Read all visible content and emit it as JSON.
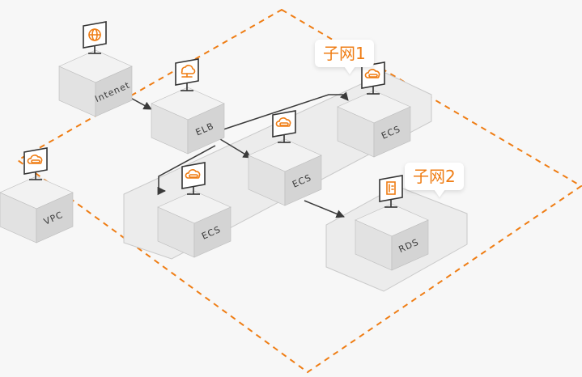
{
  "colors": {
    "accent": "#ef7d14",
    "background": "#f7f7f7",
    "box_top": "#f2f2f2",
    "box_left": "#e2e2e2",
    "box_right": "#d4d4d4",
    "subnet_fill": "#ececec",
    "edge": "#3a3a3a"
  },
  "vpc_boundary": {
    "label": "VPC",
    "style": "orange-dashed"
  },
  "subnets": [
    {
      "id": "subnet1",
      "label": "子网1"
    },
    {
      "id": "subnet2",
      "label": "子网2"
    }
  ],
  "nodes": [
    {
      "id": "internet",
      "label": "Intenet",
      "icon": "globe-icon"
    },
    {
      "id": "elb",
      "label": "ELB",
      "icon": "load-balancer-icon"
    },
    {
      "id": "ecs-mid",
      "label": "ECS",
      "icon": "cloud-server-icon"
    },
    {
      "id": "ecs-left",
      "label": "ECS",
      "icon": "cloud-server-icon"
    },
    {
      "id": "ecs-top",
      "label": "ECS",
      "icon": "cloud-server-icon"
    },
    {
      "id": "rds",
      "label": "RDS",
      "icon": "database-icon"
    },
    {
      "id": "vpc",
      "label": "VPC",
      "icon": "cloud-server-icon"
    }
  ],
  "edges": [
    {
      "from": "internet",
      "to": "elb"
    },
    {
      "from": "elb",
      "to": "ecs-mid"
    },
    {
      "from": "elb",
      "to": "ecs-left"
    },
    {
      "from": "elb",
      "to": "ecs-top"
    },
    {
      "from": "ecs-mid",
      "to": "rds"
    }
  ]
}
